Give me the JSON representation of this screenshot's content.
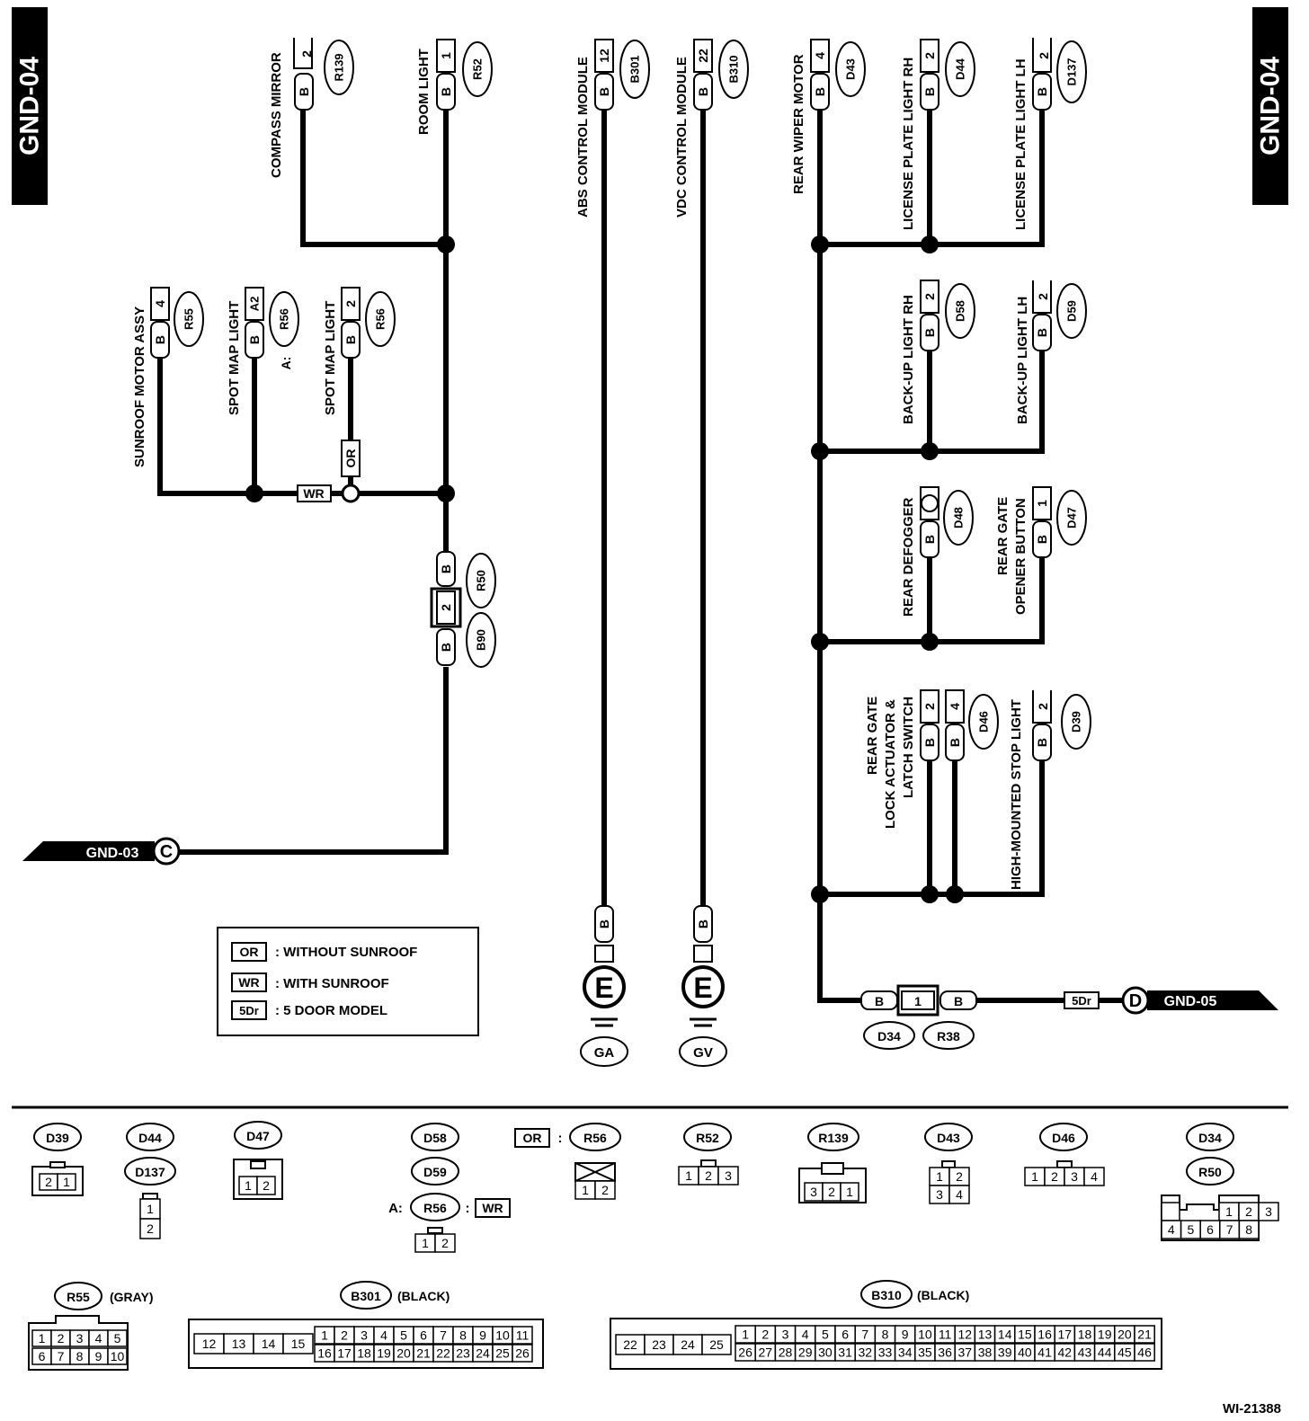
{
  "sheet": {
    "tag": "GND-04",
    "figure_id": "WI-21388"
  },
  "offpage": {
    "c_label": "GND-03",
    "c_letter": "C",
    "d_label": "GND-05",
    "d_letter": "D"
  },
  "ground": {
    "letter": "E",
    "ga": "GA",
    "gv": "GV"
  },
  "wire_color": "B",
  "tags": {
    "wr": "WR",
    "or": "OR",
    "fivedr": "5Dr"
  },
  "legend": {
    "items": [
      {
        "code": "OR",
        "text": ": WITHOUT SUNROOF"
      },
      {
        "code": "WR",
        "text": ": WITH SUNROOF"
      },
      {
        "code": "5Dr",
        "text": ": 5 DOOR MODEL"
      }
    ]
  },
  "components": {
    "compass_mirror": {
      "name": "COMPASS MIRROR",
      "pin": "2",
      "conn": "R139"
    },
    "room_light": {
      "name": "ROOM LIGHT",
      "pin": "1",
      "conn": "R52"
    },
    "abs": {
      "name": "ABS CONTROL MODULE",
      "pin": "12",
      "conn": "B301"
    },
    "vdc": {
      "name": "VDC CONTROL MODULE",
      "pin": "22",
      "conn": "B310"
    },
    "rear_wiper": {
      "name": "REAR WIPER MOTOR",
      "pin": "4",
      "conn": "D43"
    },
    "lic_rh": {
      "name": "LICENSE PLATE LIGHT RH",
      "pin": "2",
      "conn": "D44"
    },
    "lic_lh": {
      "name": "LICENSE PLATE LIGHT LH",
      "pin": "2",
      "conn": "D137"
    },
    "sunroof": {
      "name": "SUNROOF MOTOR ASSY",
      "pin": "4",
      "conn": "R55"
    },
    "spot_a": {
      "name": "SPOT MAP LIGHT",
      "pin": "A2",
      "conn": "R56",
      "prefix": "A:"
    },
    "spot": {
      "name": "SPOT MAP LIGHT",
      "pin": "2",
      "conn": "R56"
    },
    "backup_rh": {
      "name": "BACK-UP LIGHT RH",
      "pin": "2",
      "conn": "D58"
    },
    "backup_lh": {
      "name": "BACK-UP LIGHT LH",
      "pin": "2",
      "conn": "D59"
    },
    "defogger": {
      "name": "REAR DEFOGGER",
      "conn": "D48"
    },
    "opener": {
      "name_1": "REAR GATE",
      "name_2": "OPENER BUTTON",
      "pin": "1",
      "conn": "D47"
    },
    "latch": {
      "name_1": "REAR GATE",
      "name_2": "LOCK ACTUATOR &",
      "name_3": "LATCH SWITCH",
      "pin_a": "2",
      "pin_b": "4",
      "conn": "D46"
    },
    "stop": {
      "name": "HIGH-MOUNTED STOP LIGHT",
      "pin": "2",
      "conn": "D39"
    },
    "joint_r50": {
      "pin": "2",
      "conn_a": "R50",
      "conn_b": "B90"
    },
    "joint_d34": {
      "pin": "1",
      "conn_a": "D34",
      "conn_b": "R38"
    }
  },
  "connectors": {
    "d39": {
      "label": "D39",
      "pins": [
        "2",
        "1"
      ]
    },
    "d44": {
      "label": "D44",
      "label2": "D137",
      "pins": [
        "1",
        "2"
      ]
    },
    "d47": {
      "label": "D47",
      "pins": [
        "1",
        "2"
      ]
    },
    "d58": {
      "label": "D58",
      "label2": "D59",
      "prefix": "A:",
      "label3": "R56",
      "sep": ":",
      "tag": "WR",
      "pins": [
        "1",
        "2"
      ]
    },
    "r56": {
      "tag": "OR",
      "sep": ":",
      "label": "R56",
      "pins": [
        "1",
        "2"
      ]
    },
    "r52": {
      "label": "R52",
      "pins": [
        "1",
        "2",
        "3"
      ]
    },
    "r139": {
      "label": "R139",
      "pins": [
        "3",
        "2",
        "1"
      ]
    },
    "d43": {
      "label": "D43",
      "pins": [
        "1",
        "2",
        "3",
        "4"
      ]
    },
    "d46": {
      "label": "D46",
      "pins": [
        "1",
        "2",
        "3",
        "4"
      ]
    },
    "d34": {
      "label": "D34",
      "label2": "R50",
      "pins_top": [
        "1",
        "2",
        "3"
      ],
      "pins_bottom": [
        "4",
        "5",
        "6",
        "7",
        "8"
      ]
    },
    "r55": {
      "label": "R55",
      "color": "(GRAY)",
      "pins_top": [
        "1",
        "2",
        "3",
        "4",
        "5"
      ],
      "pins_bottom": [
        "6",
        "7",
        "8",
        "9",
        "10"
      ]
    },
    "b301": {
      "label": "B301",
      "color": "(BLACK)",
      "pins_left": [
        "12",
        "13",
        "14",
        "15"
      ],
      "pins_top": [
        "1",
        "2",
        "3",
        "4",
        "5",
        "6",
        "7",
        "8",
        "9",
        "10",
        "11"
      ],
      "pins_bottom": [
        "16",
        "17",
        "18",
        "19",
        "20",
        "21",
        "22",
        "23",
        "24",
        "25",
        "26"
      ]
    },
    "b310": {
      "label": "B310",
      "color": "(BLACK)",
      "pins_left": [
        "22",
        "23",
        "24",
        "25"
      ],
      "pins_top": [
        "1",
        "2",
        "3",
        "4",
        "5",
        "6",
        "7",
        "8",
        "9",
        "10",
        "11",
        "12",
        "13",
        "14",
        "15",
        "16",
        "17",
        "18",
        "19",
        "20",
        "21"
      ],
      "pins_bottom": [
        "26",
        "27",
        "28",
        "29",
        "30",
        "31",
        "32",
        "33",
        "34",
        "35",
        "36",
        "37",
        "38",
        "39",
        "40",
        "41",
        "42",
        "43",
        "44",
        "45",
        "46"
      ]
    }
  }
}
